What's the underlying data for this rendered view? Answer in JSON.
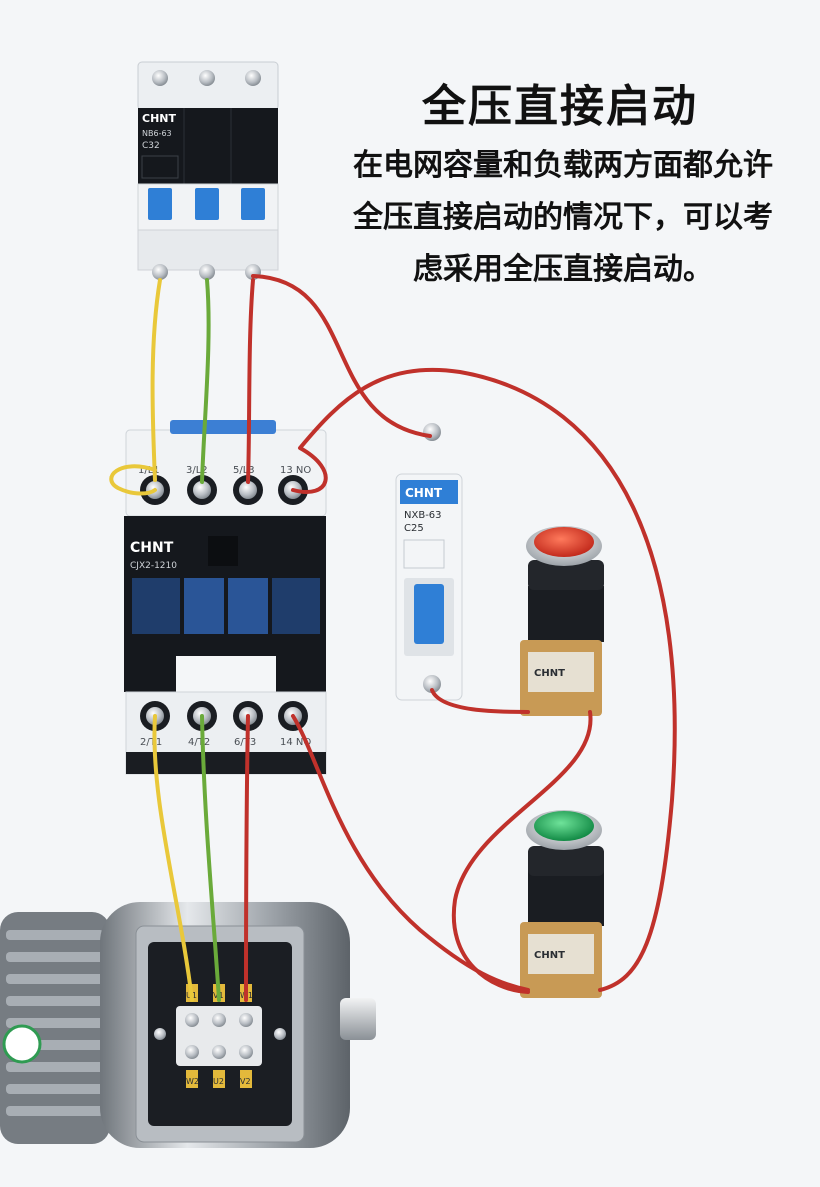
{
  "header": {
    "title": "全压直接启动",
    "description_lines": [
      "在电网容量和负载两方面都允许",
      "全压直接启动的情况下，可以考",
      "虑采用全压直接启动。"
    ]
  },
  "breaker": {
    "brand": "CHNT",
    "model": "NB6-63",
    "rating": "C32"
  },
  "contactor": {
    "brand": "CHNT",
    "model": "CJX2-1210",
    "top_terminals": [
      "1/L1",
      "3/L2",
      "5/L3",
      "13 NO"
    ],
    "bottom_terminals": [
      "2/T1",
      "4/T2",
      "6/T3",
      "14 NO"
    ]
  },
  "control_breaker": {
    "brand": "CHNT",
    "model": "NXB-63",
    "rating": "C25"
  },
  "buttons": {
    "stop_label": "CHNT",
    "start_label": "CHNT"
  },
  "motor": {
    "terminals_top": [
      "U1",
      "V1",
      "W1"
    ],
    "terminals_bottom": [
      "W2",
      "U2",
      "V2"
    ]
  },
  "colors": {
    "wire_yellow": "#e9c83a",
    "wire_green": "#6aaa3a",
    "wire_red": "#c0312b",
    "device_dark": "#15181d",
    "device_blue": "#2f7fd6",
    "stop_red": "#d93a2a",
    "start_green": "#27a85b"
  }
}
